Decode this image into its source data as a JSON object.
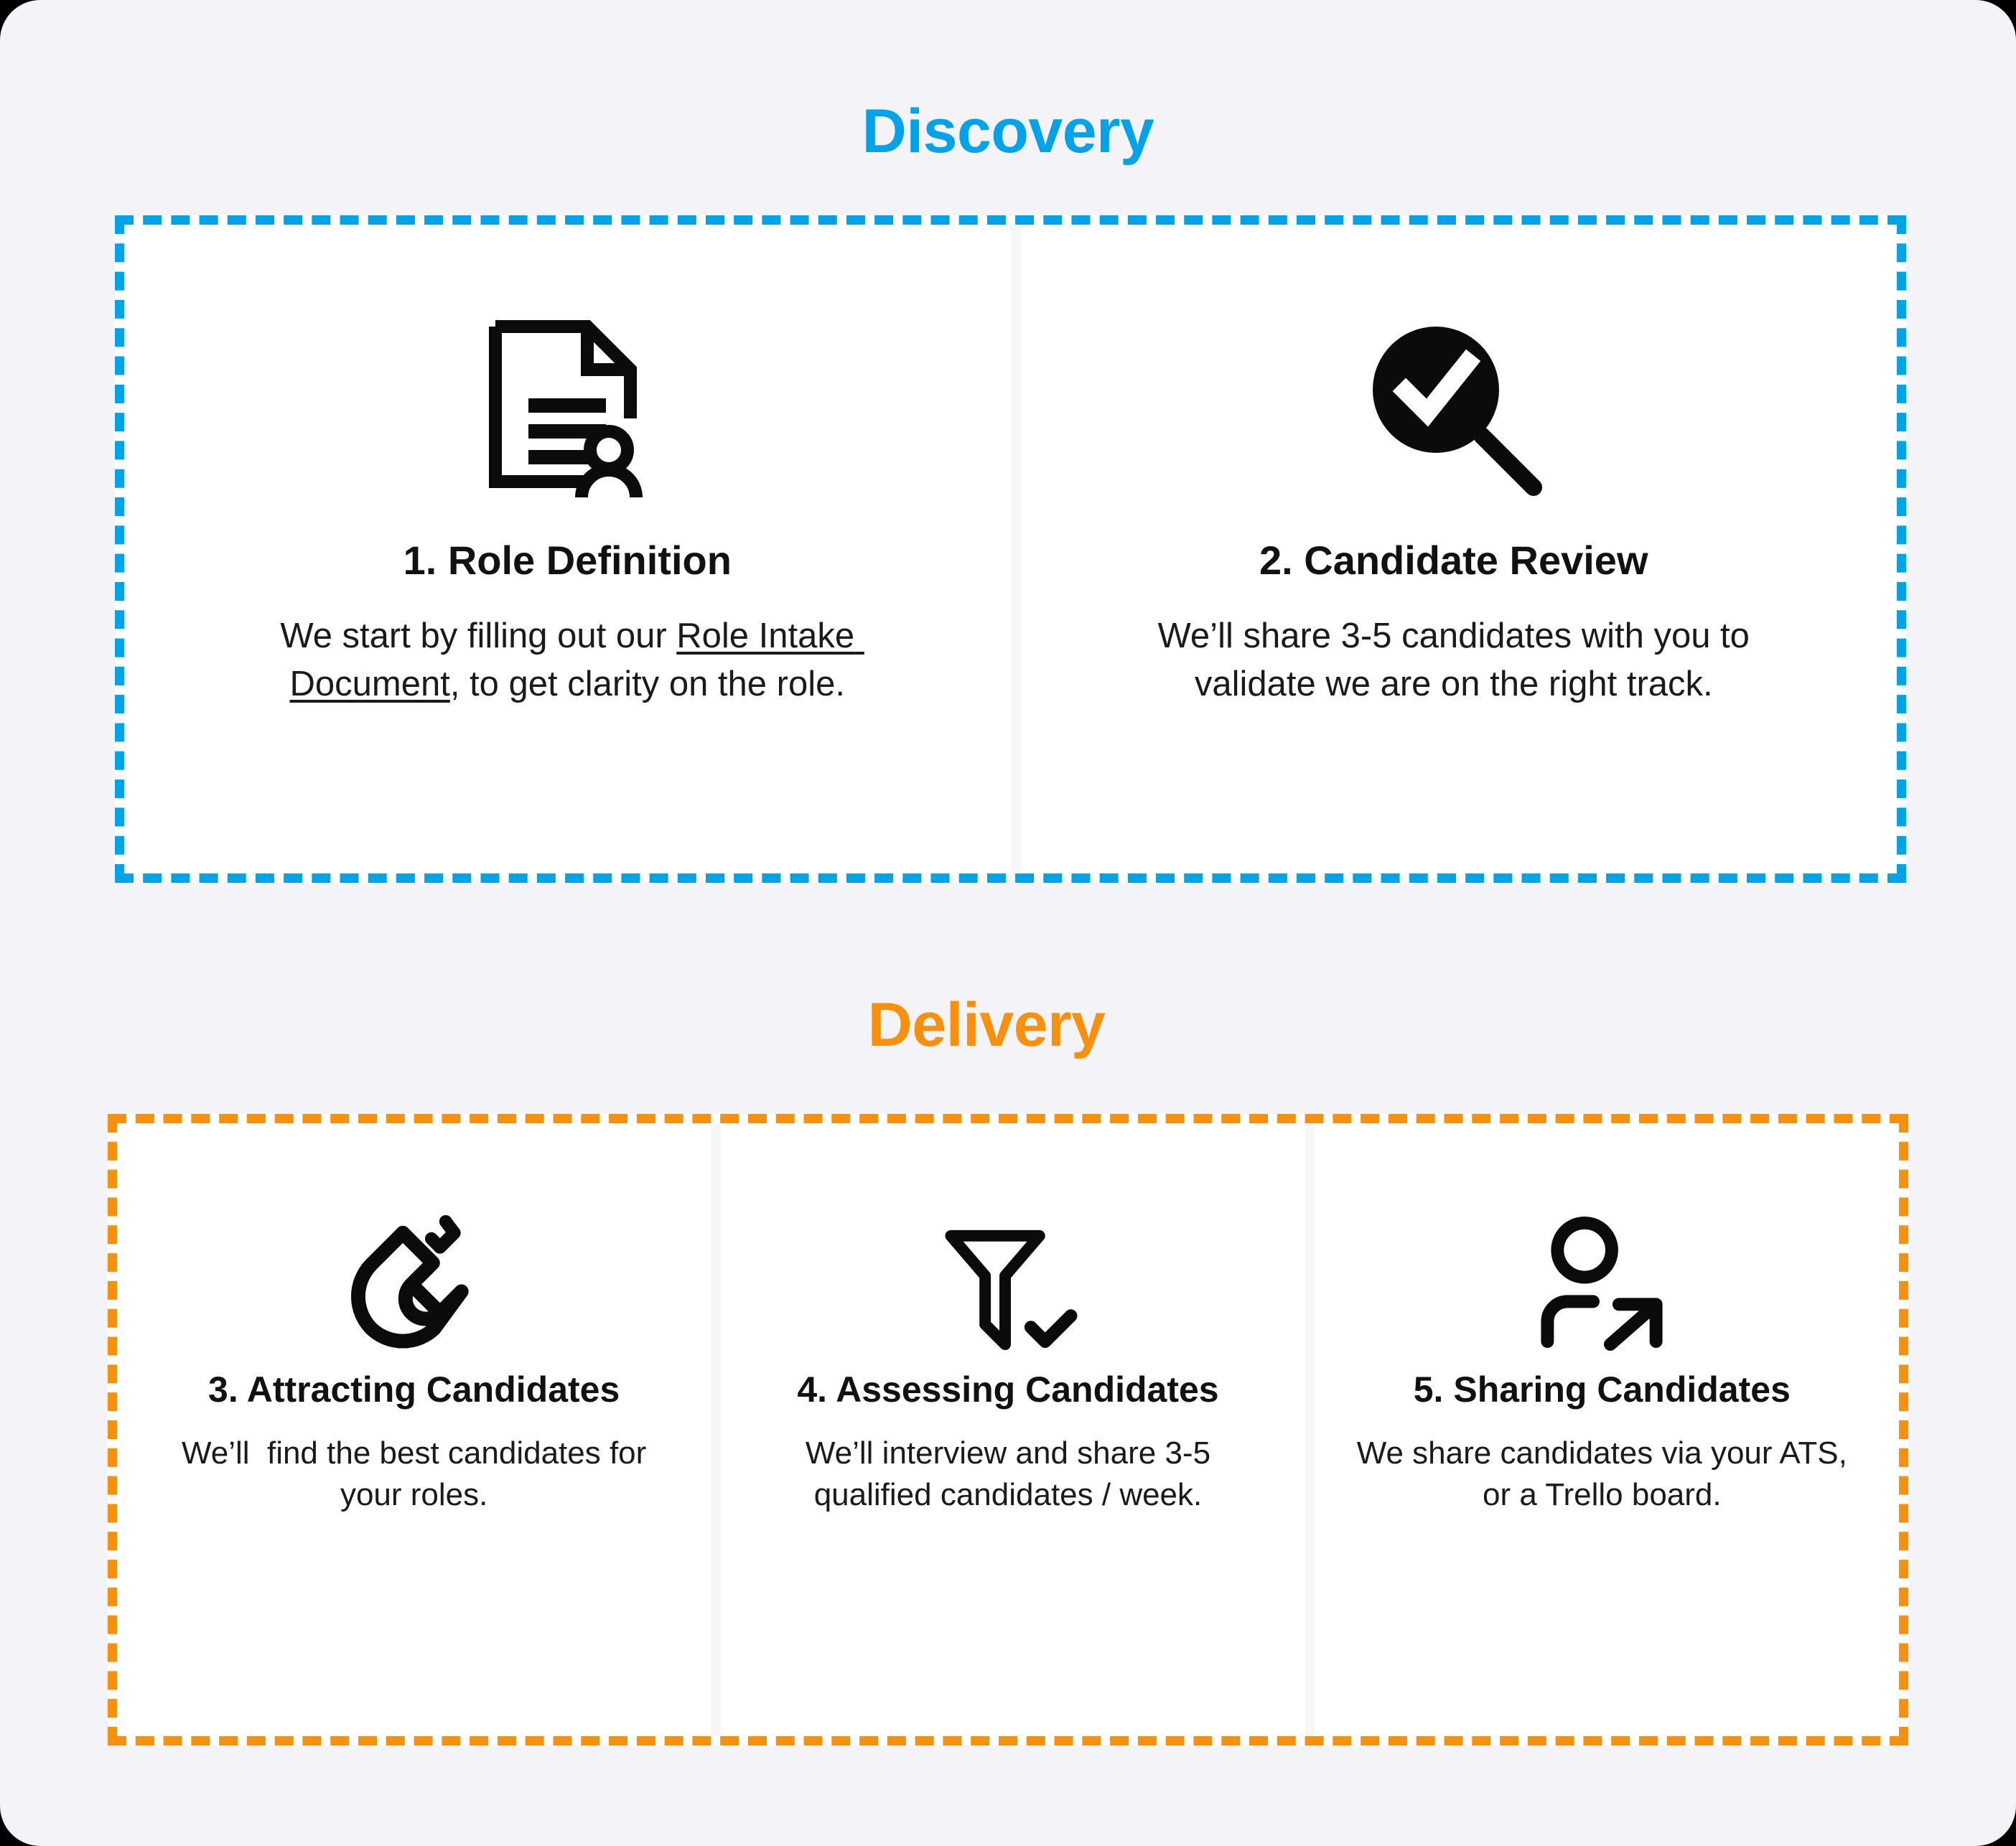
{
  "sections": [
    {
      "id": "discovery",
      "heading": "Discovery",
      "accent_color": "#00A2E8",
      "cards": [
        {
          "id": "role-definition",
          "icon": "document-person-icon",
          "title": "1. Role Definition",
          "desc_before": "We start by filling out our ",
          "desc_link": "Role Intake Document",
          "desc_after": ", to get clarity on the role."
        },
        {
          "id": "candidate-review",
          "icon": "magnifier-check-icon",
          "title": "2. Candidate Review",
          "desc": "We’ll share 3-5 candidates with you to validate we are on the right track."
        }
      ]
    },
    {
      "id": "delivery",
      "heading": "Delivery",
      "accent_color": "#F7900C",
      "cards": [
        {
          "id": "attracting-candidates",
          "icon": "magnet-icon",
          "title": "3. Attracting Candidates",
          "desc": "We’ll  find the best candidates for your roles."
        },
        {
          "id": "assessing-candidates",
          "icon": "funnel-check-icon",
          "title": "4. Assessing Candidates",
          "desc": "We’ll interview and share 3-5 qualified candidates / week."
        },
        {
          "id": "sharing-candidates",
          "icon": "person-share-icon",
          "title": "5. Sharing Candidates",
          "desc": "We share candidates via your ATS, or a Trello board."
        }
      ]
    }
  ],
  "colors": {
    "page_background": "#F4F3F7",
    "card_background": "#FFFFFF",
    "discovery_accent": "#00A2E8",
    "delivery_accent": "#F7900C",
    "text": "#111111"
  }
}
